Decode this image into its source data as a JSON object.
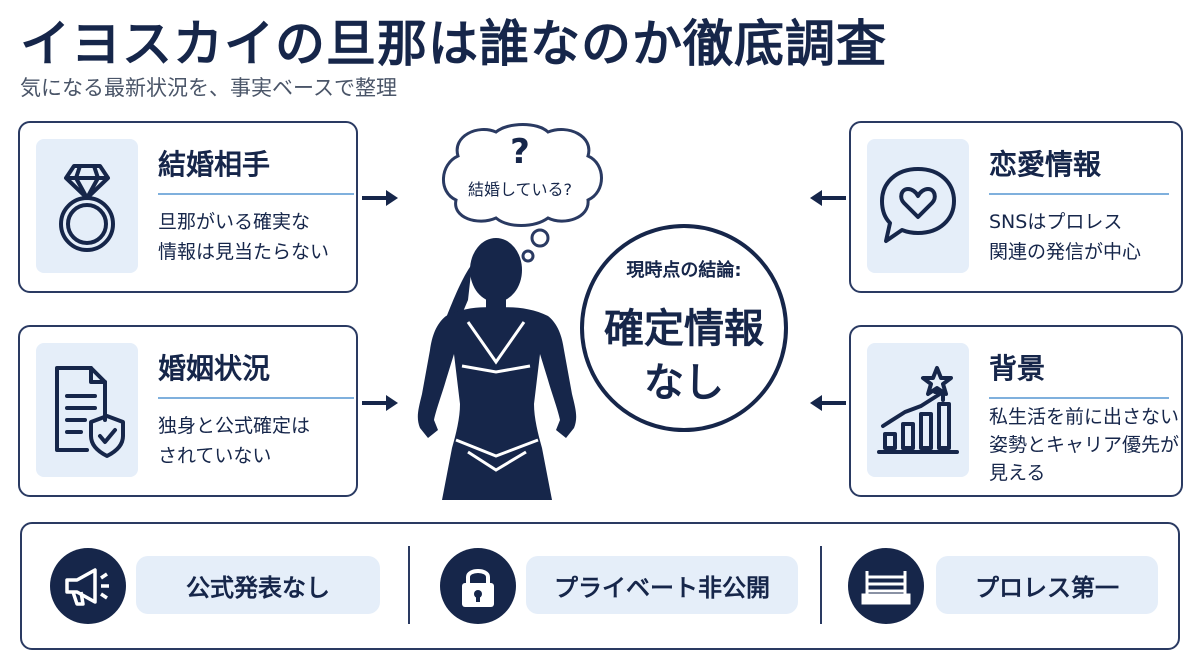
{
  "header": {
    "title": "イヨスカイの旦那は誰なのか徹底調査",
    "subtitle": "気になる最新状況を、事実ベースで整理"
  },
  "cards": {
    "marriage_partner": {
      "title": "結婚相手",
      "lines": [
        "旦那がいる確実な",
        "情報は見当たらない"
      ],
      "icon": "ring-icon"
    },
    "marital_status": {
      "title": "婚姻状況",
      "lines": [
        "独身と公式確定は",
        "されていない"
      ],
      "icon": "document-shield-icon"
    },
    "romance_info": {
      "title": "恋愛情報",
      "lines": [
        "SNSはプロレス",
        "関連の発信が中心"
      ],
      "icon": "heart-speech-icon"
    },
    "background": {
      "title": "背景",
      "lines": [
        "私生活を前に出さない",
        "姿勢とキャリア優先が",
        "見える"
      ],
      "icon": "growth-chart-star-icon"
    }
  },
  "center": {
    "bubble_symbol": "?",
    "bubble_text": "結婚している?",
    "conclusion_label": "現時点の結論:",
    "conclusion_lines": [
      "確定情報",
      "なし"
    ]
  },
  "bottom": {
    "items": [
      {
        "label": "公式発表なし",
        "icon": "megaphone-icon"
      },
      {
        "label": "プライベート非公開",
        "icon": "lock-icon"
      },
      {
        "label": "プロレス第一",
        "icon": "wrestling-ring-icon"
      }
    ]
  },
  "colors": {
    "navy": "#16264a",
    "light_blue": "#e5eef9",
    "accent_line": "#7fb0dd"
  }
}
